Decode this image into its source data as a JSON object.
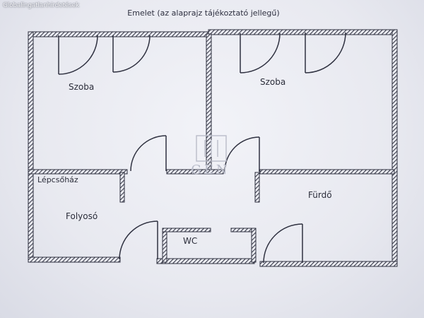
{
  "watermark_text": "Globalingatlanhirdetések",
  "title": "Emelet (az alaprajz tájékoztató jellegű)",
  "rooms": {
    "szoba_left": "Szoba",
    "szoba_right": "Szoba",
    "lepcsohaz": "Lépcsőház",
    "folyoso": "Folyosó",
    "furdo": "Fürdő",
    "wc": "WC"
  },
  "center_watermark": "GEN",
  "colors": {
    "wall": "#2f3140",
    "background": "#e9eaf1"
  }
}
